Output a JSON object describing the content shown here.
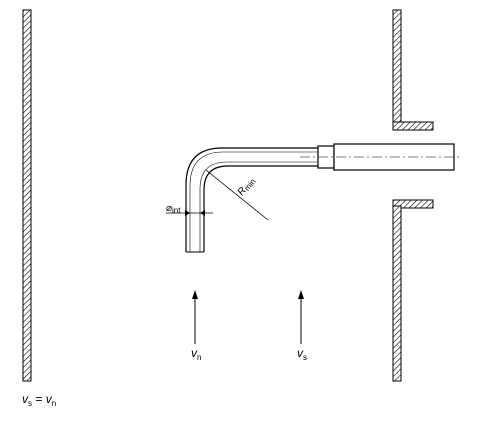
{
  "labels": {
    "vn": {
      "main": "v",
      "sub": "n"
    },
    "vs": {
      "main": "v",
      "sub": "s"
    },
    "diameter": {
      "symbol": "⌀",
      "sub": "int"
    },
    "radius": {
      "main": "R",
      "sub": "min"
    },
    "equation": {
      "left_main": "v",
      "left_sub": "s",
      "equals": " = ",
      "right_main": "v",
      "right_sub": "n"
    }
  }
}
